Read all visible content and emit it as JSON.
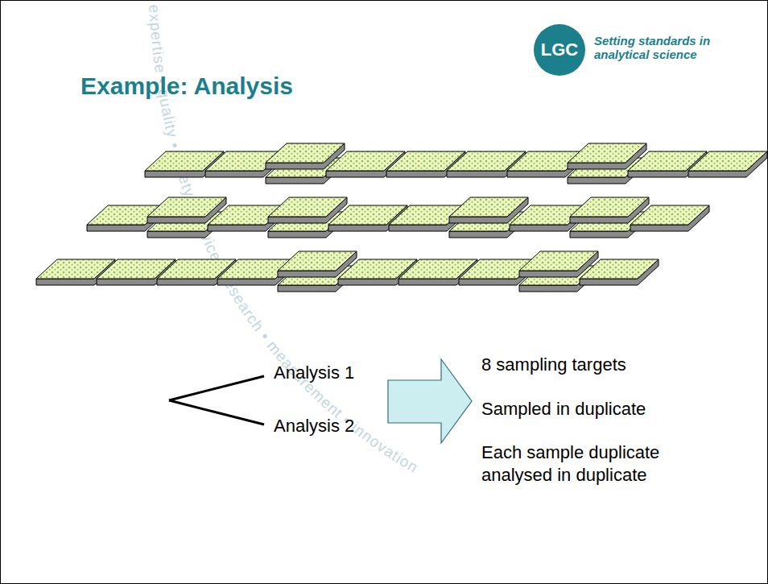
{
  "diagram": {
    "title": "Example: Analysis",
    "nodes": [
      {
        "text": [
          "LGC"
        ]
      }
    ],
    "labels": [
      "Setting standards in analytical science",
      "expertise • quality • safety • service • research • measurement • innovation",
      "Analysis 1",
      "Analysis 2",
      "8 sampling targets",
      "Sampled in duplicate",
      "Each sample duplicate analysed in duplicate"
    ]
  }
}
